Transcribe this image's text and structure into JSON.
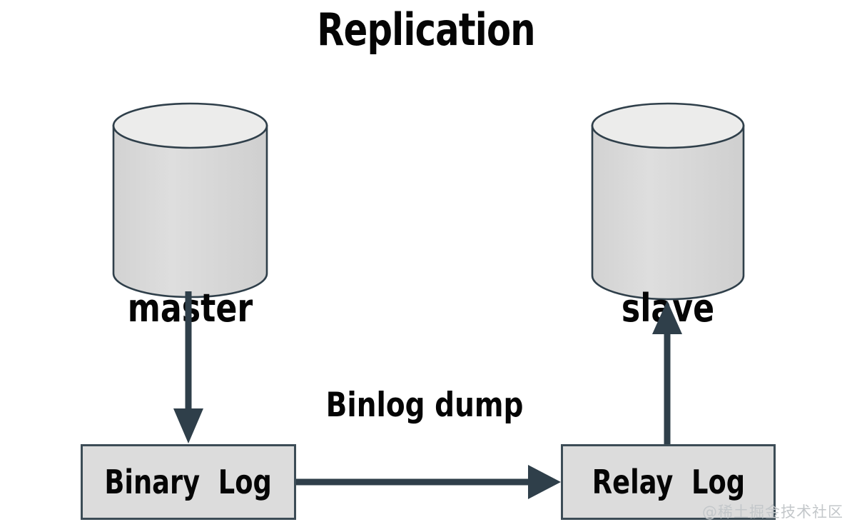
{
  "diagram": {
    "title": "Replication",
    "background_color": "#ffffff",
    "stroke_color": "#3c4c56",
    "node_fill": "#dcdcdc",
    "text_color": "#050505"
  },
  "nodes": {
    "master": {
      "label": "master",
      "shape": "cylinder",
      "role": "source-database"
    },
    "slave": {
      "label": "slave",
      "shape": "cylinder",
      "role": "replica-database"
    },
    "binary_log": {
      "label": "Binary  Log",
      "shape": "rectangle"
    },
    "relay_log": {
      "label": "Relay  Log",
      "shape": "rectangle"
    }
  },
  "edges": {
    "master_to_binary_log": {
      "label": "",
      "direction": "down",
      "from": "master",
      "to": "binary_log"
    },
    "binary_log_to_relay_log": {
      "label": "Binlog dump",
      "direction": "right",
      "from": "binary_log",
      "to": "relay_log"
    },
    "relay_log_to_slave": {
      "label": "",
      "direction": "up",
      "from": "relay_log",
      "to": "slave"
    }
  },
  "watermark": {
    "text": "@稀土掘金技术社区"
  }
}
